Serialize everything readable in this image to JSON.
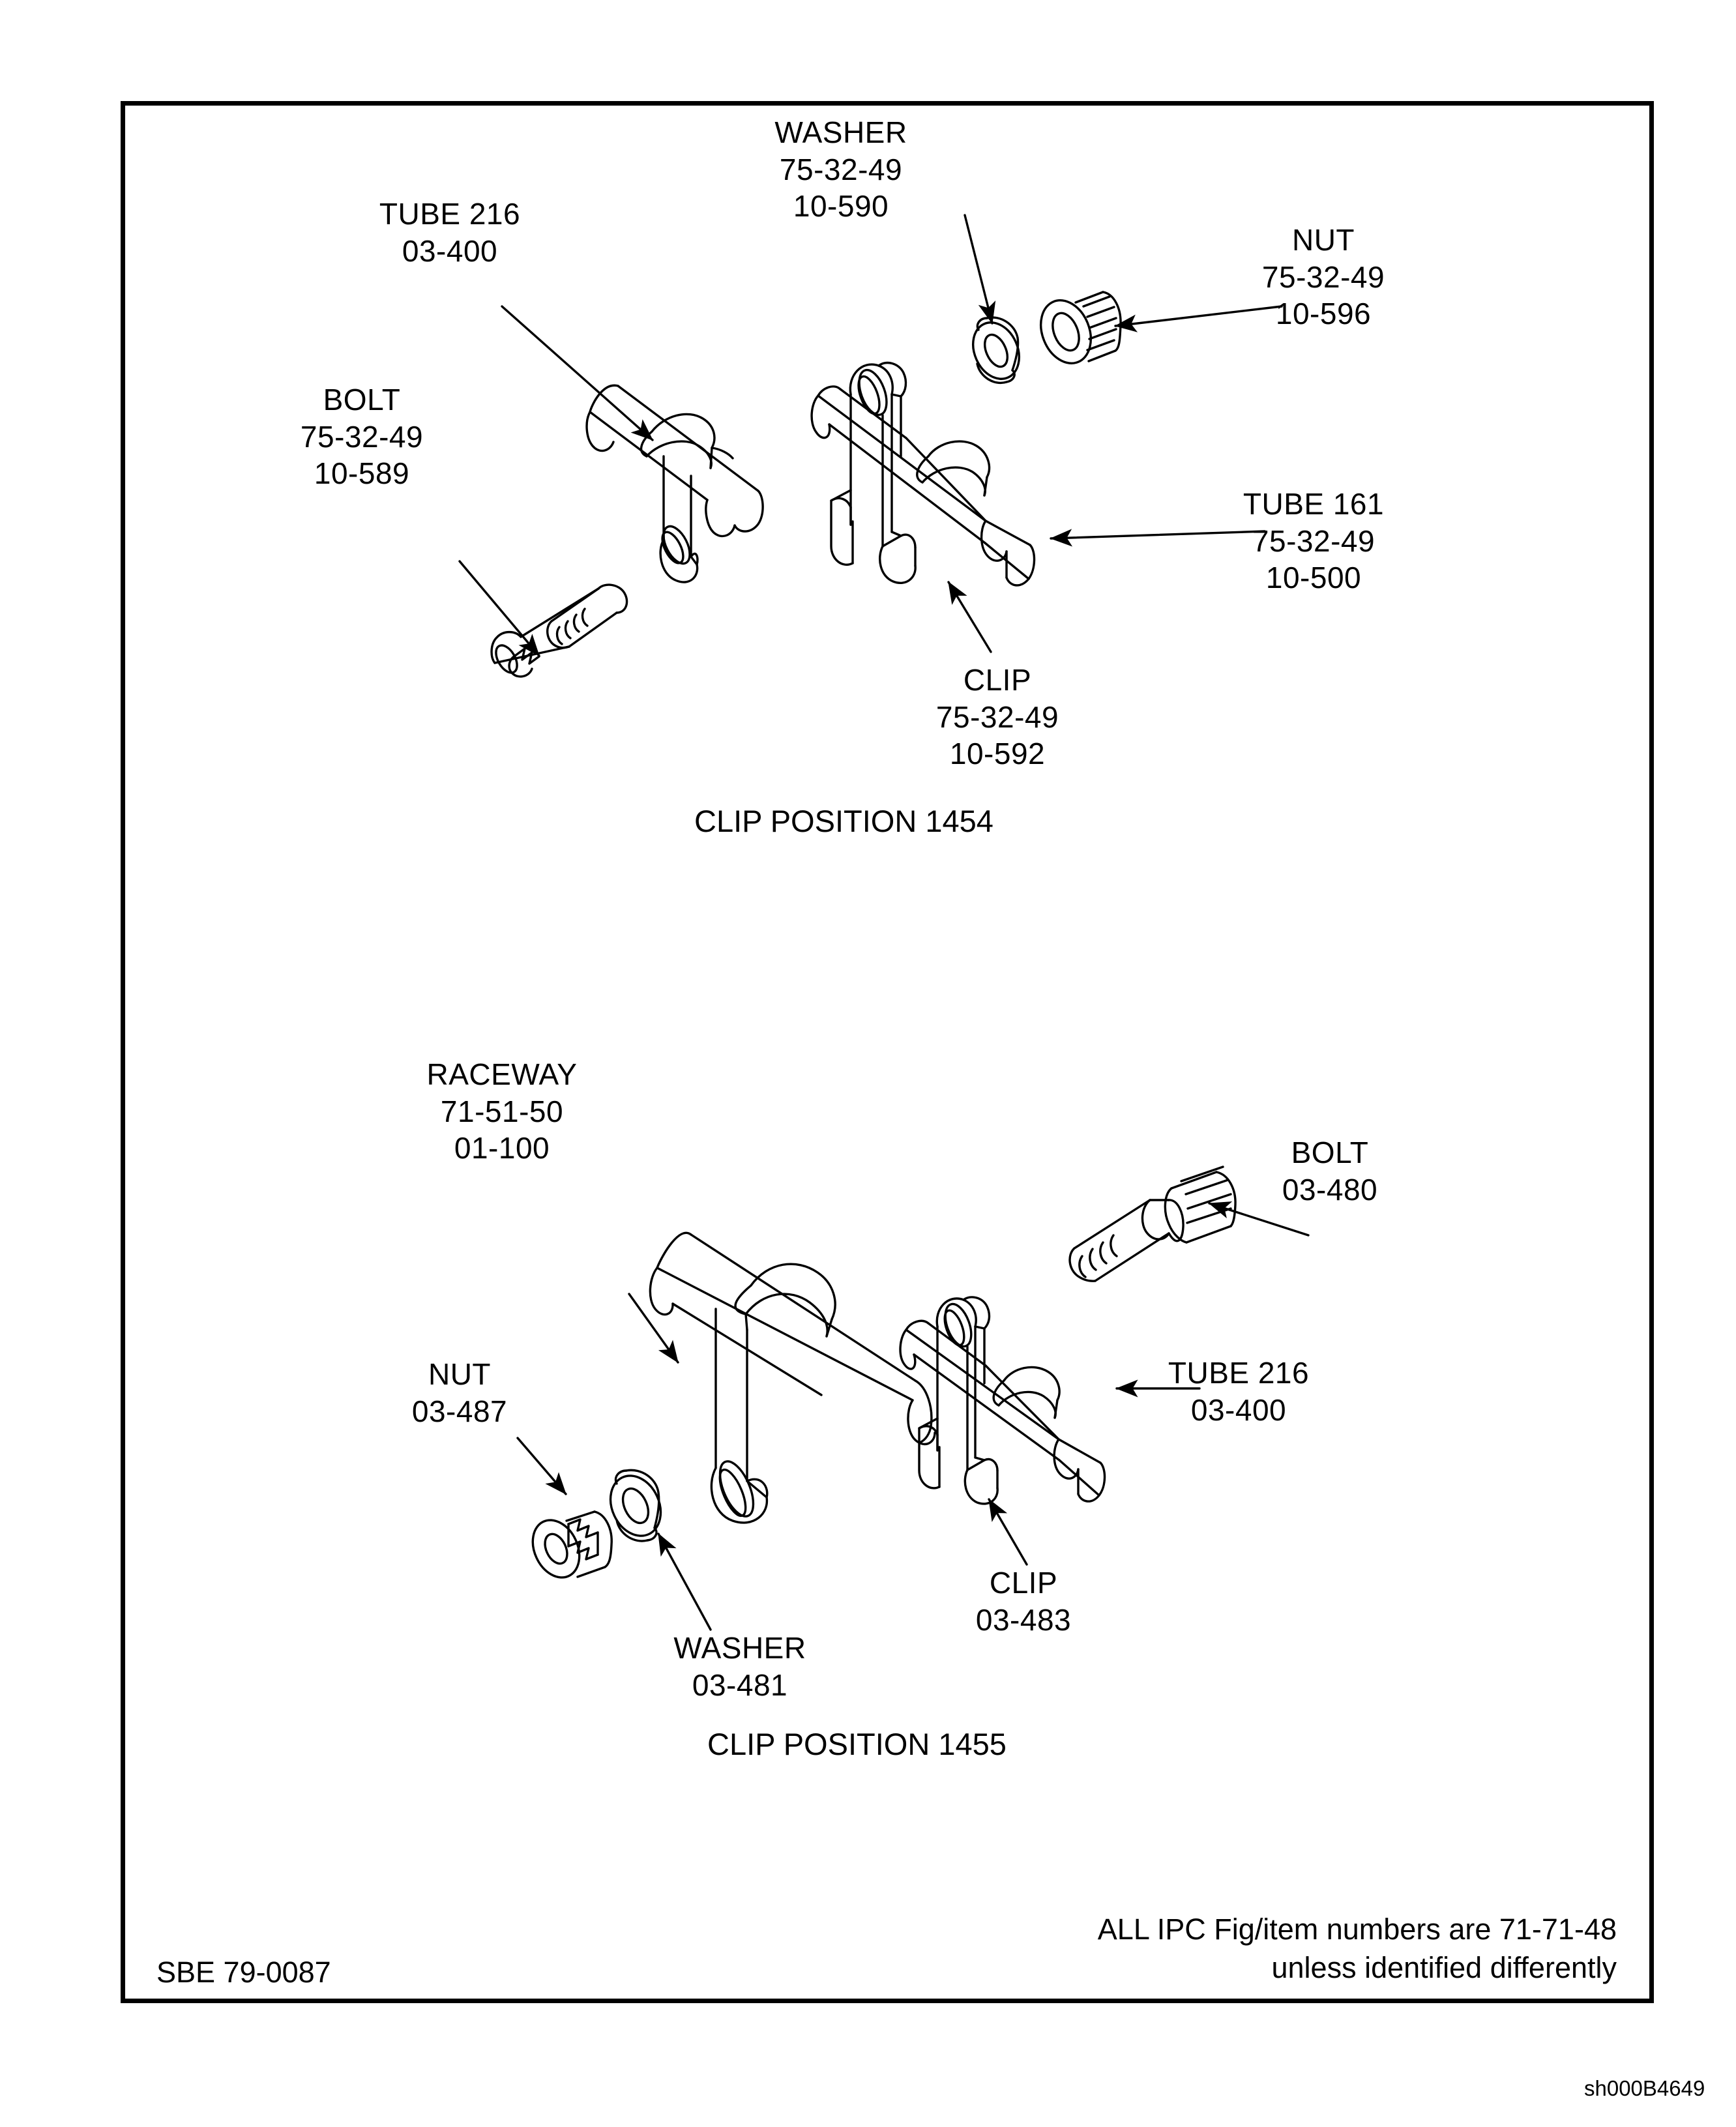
{
  "document": {
    "sbe_number": "SBE 79-0087",
    "doc_id": "sh000B4649",
    "footnote_line1": "ALL IPC Fig/item numbers are 71-71-48",
    "footnote_line2": "unless identified differently"
  },
  "figures": [
    {
      "caption": "CLIP POSITION 1454",
      "callouts": [
        {
          "name": "tube-216",
          "line1": "TUBE 216",
          "line2": "03-400",
          "line3": ""
        },
        {
          "name": "washer-10-590",
          "line1": "WASHER",
          "line2": "75-32-49",
          "line3": "10-590"
        },
        {
          "name": "nut-10-596",
          "line1": "NUT",
          "line2": "75-32-49",
          "line3": "10-596"
        },
        {
          "name": "bolt-10-589",
          "line1": "BOLT",
          "line2": "75-32-49",
          "line3": "10-589"
        },
        {
          "name": "tube-161",
          "line1": "TUBE 161",
          "line2": "75-32-49",
          "line3": "10-500"
        },
        {
          "name": "clip-10-592",
          "line1": "CLIP",
          "line2": "75-32-49",
          "line3": "10-592"
        }
      ]
    },
    {
      "caption": "CLIP POSITION 1455",
      "callouts": [
        {
          "name": "raceway-01-100",
          "line1": "RACEWAY",
          "line2": "71-51-50",
          "line3": "01-100"
        },
        {
          "name": "bolt-03-480",
          "line1": "BOLT",
          "line2": "03-480",
          "line3": ""
        },
        {
          "name": "nut-03-487",
          "line1": "NUT",
          "line2": "03-487",
          "line3": ""
        },
        {
          "name": "washer-03-481",
          "line1": "WASHER",
          "line2": "03-481",
          "line3": ""
        },
        {
          "name": "clip-03-483",
          "line1": "CLIP",
          "line2": "03-483",
          "line3": ""
        },
        {
          "name": "tube-216-lower",
          "line1": "TUBE 216",
          "line2": "03-400",
          "line3": ""
        }
      ]
    }
  ]
}
